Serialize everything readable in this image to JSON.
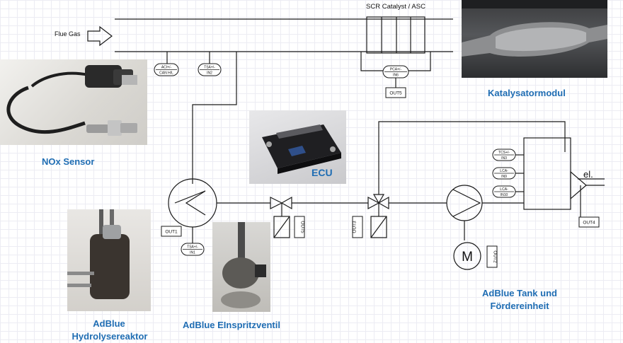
{
  "flue_gas_label": "Flue Gas",
  "scr_label": "SCR Catalyst / ASC",
  "electric_label": "el.",
  "pump_motor_label": "M",
  "tags": {
    "aci": [
      "ACI+/-",
      "CAN H/L"
    ],
    "tsa_top": [
      "TSA+/-",
      "IN2"
    ],
    "pca": [
      "PCA+/-",
      "IN6"
    ],
    "tsa_bottom": [
      "TSA+/-",
      "IN1"
    ],
    "tcs": [
      "TCS+/-",
      "IN3"
    ],
    "lca_1": [
      "LCA-",
      "IN9"
    ],
    "lca_2": [
      "LCA-",
      "IN10"
    ]
  },
  "outputs": {
    "out1": "OUT1",
    "out2": "OUT2",
    "out3": "OUT3",
    "out4": "OUT4",
    "out5_top": "OUT5",
    "out5_valve": "OUT5"
  },
  "captions": {
    "nox_sensor": "NOx Sensor",
    "ecu": "ECU",
    "catalyst_module": "Katalysatormodul",
    "hydrolysis_line1": "AdBlue",
    "hydrolysis_line2": "Hydrolysereaktor",
    "injector": "AdBlue EInspritzventil",
    "tank_line1": "AdBlue Tank und",
    "tank_line2": "Fördereinheit"
  },
  "ecu_board_text": "ECU",
  "colors": {
    "caption_blue": "#1f6db3",
    "grid": "#ececf3",
    "line": "#1a1a1a"
  }
}
